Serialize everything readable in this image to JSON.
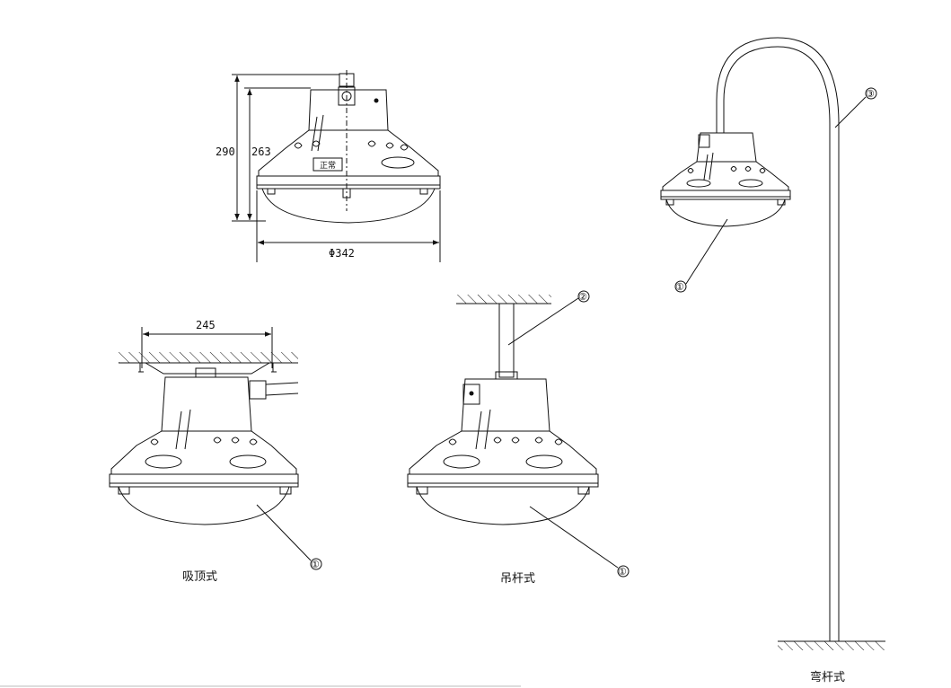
{
  "dimensions": {
    "height_total": "290",
    "height_body": "263",
    "diameter": "Φ342",
    "ceiling_hole_spacing": "245"
  },
  "captions": {
    "ceiling_mount": "吸顶式",
    "pendant_mount": "吊杆式",
    "bent_pole_mount": "弯杆式"
  },
  "callouts": {
    "lamp": "①",
    "rod": "②",
    "pole": "③"
  },
  "nameplate": "正常"
}
